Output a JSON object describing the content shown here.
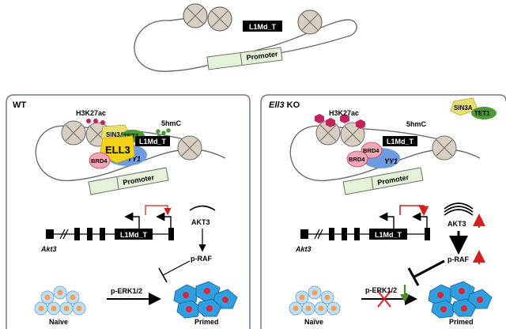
{
  "top": {
    "element_label": "L1Md_T",
    "promoter_label": "Promoter"
  },
  "wt": {
    "panel_label": "WT",
    "h3k27ac_label": "H3K27ac",
    "hmc_label": "5hmC",
    "sin3a_label": "SIN3A",
    "tet1_label": "TET1",
    "ell3_label": "ELL3",
    "element_label": "L1Md_T",
    "brd4_label": "BRD4",
    "yy1_label": "YY1",
    "promoter_label": "Promoter",
    "gene_label": "Akt3",
    "locus_label": "L1Md_T",
    "akt3_label": "AKT3",
    "praf_label": "p-RAF",
    "perk_label": "p-ERK1/2",
    "naive_label": "Naïve",
    "primed_label": "Primed"
  },
  "ko": {
    "panel_label_italic": "Ell3",
    "panel_label_suffix": " KO",
    "h3k27ac_label": "H3K27ac",
    "hmc_label": "5hmC",
    "sin3a_label": "SIN3A",
    "tet1_label": "TET1",
    "element_label": "L1Md_T",
    "brd4_label": "BRD4",
    "yy1_label": "YY1",
    "promoter_label": "Promoter",
    "gene_label": "Akt3",
    "locus_label": "L1Md_T",
    "akt3_label": "AKT3",
    "praf_label": "p-RAF",
    "perk_label": "p-ERK1/2",
    "naive_label": "Naïve",
    "primed_label": "Primed"
  },
  "colors": {
    "nucleosome": "#d8cfc2",
    "promoter_fill": "#e4f2d8",
    "ell3": "#f5d21a",
    "brd4": "#f3a6b4",
    "yy1": "#6e9be0",
    "tet1": "#4a9a35",
    "sin3a": "#e8e070",
    "h3k27ac": "#c0245a",
    "up_arrow": "#d42020",
    "down_arrow": "#4f8f28",
    "block_x": "#e02020",
    "red_loop": "#d42020",
    "cell_blue": "#2f9fe0",
    "cell_red": "#d8283a",
    "cell_peach": "#f4a05c"
  }
}
